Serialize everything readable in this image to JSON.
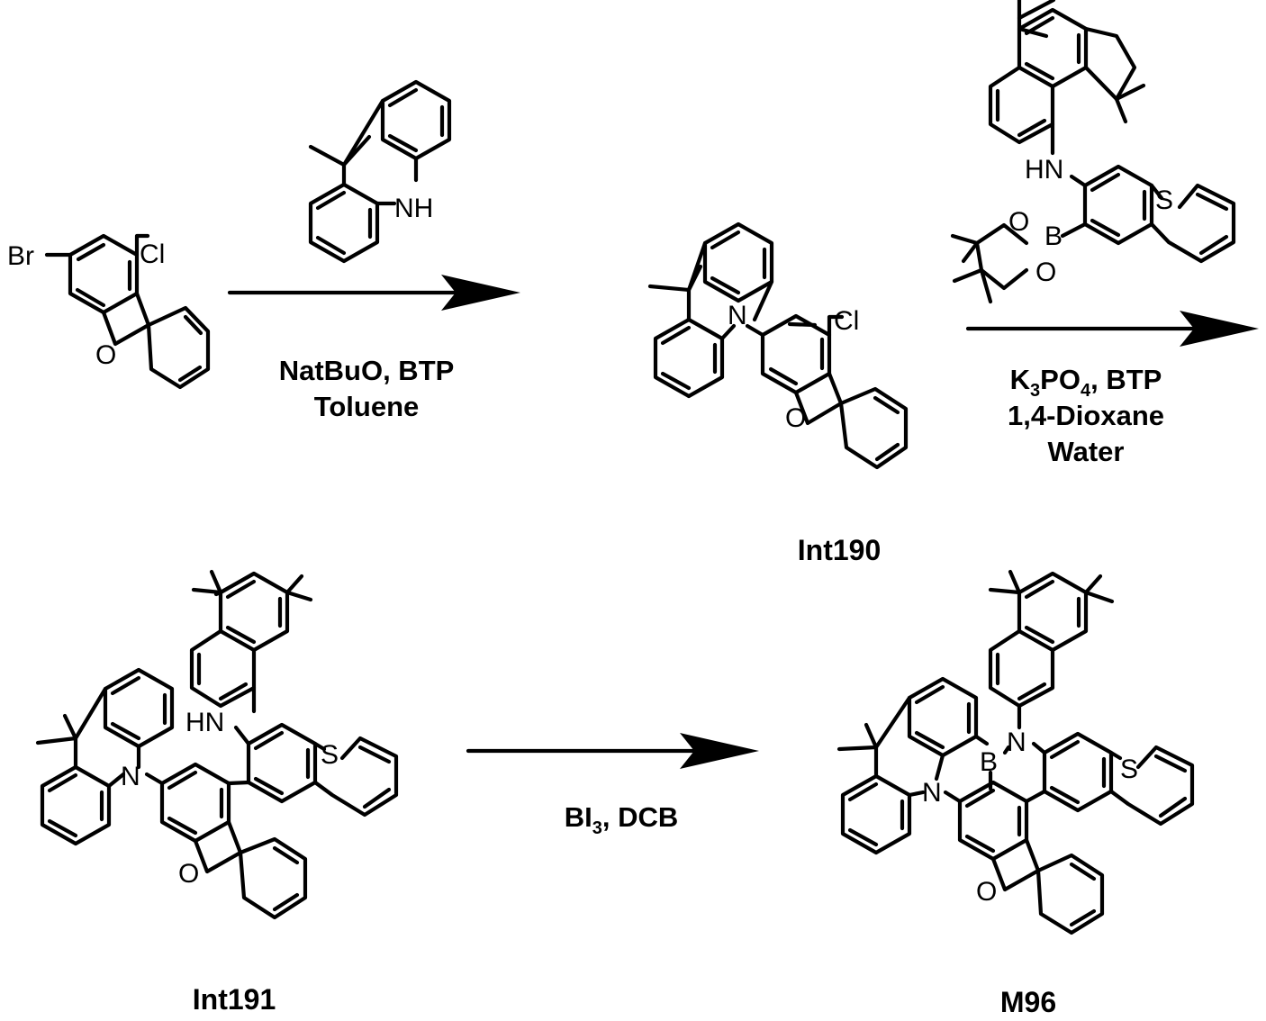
{
  "reactions": [
    {
      "id": "step1",
      "conditions": [
        "NatBuO, BTP",
        "Toluene"
      ],
      "reagent_atoms": [
        "NH"
      ]
    },
    {
      "id": "step2",
      "conditions": [
        "K",
        "3",
        "PO",
        "4",
        ", BTP",
        "1,4-Dioxane",
        "Water"
      ],
      "reagent_atoms": [
        "HN",
        "S",
        "B",
        "O",
        "O"
      ]
    },
    {
      "id": "step3",
      "conditions": [
        "BI",
        "3",
        ", DCB"
      ]
    }
  ],
  "compounds": {
    "start": {
      "atoms": [
        "Br",
        "Cl",
        "O"
      ]
    },
    "int190": {
      "label": "Int190",
      "atoms": [
        "N",
        "Cl",
        "O"
      ]
    },
    "int191": {
      "label": "Int191",
      "atoms": [
        "HN",
        "S",
        "N",
        "O"
      ]
    },
    "m96": {
      "label": "M96",
      "atoms": [
        "B",
        "N",
        "S",
        "N",
        "O"
      ]
    }
  }
}
